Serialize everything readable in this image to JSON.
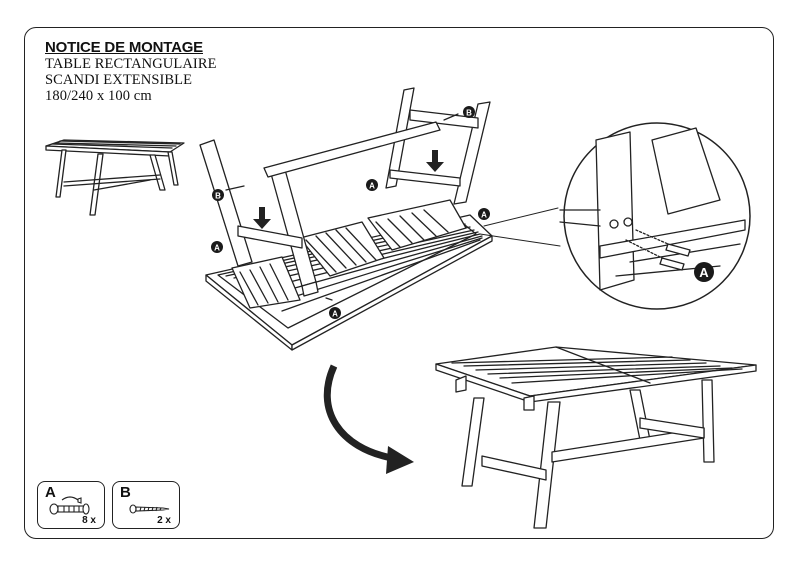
{
  "header": {
    "title": "NOTICE DE MONTAGE",
    "line1": "TABLE RECTANGULAIRE",
    "line2": "SCANDI EXTENSIBLE",
    "line3": "180/240 x 100 cm"
  },
  "callouts": {
    "a": "A",
    "b": "B"
  },
  "parts": [
    {
      "letter": "A",
      "qty": "8 x",
      "icon": "bolt-with-washer-icon"
    },
    {
      "letter": "B",
      "qty": "2 x",
      "icon": "screw-icon"
    }
  ],
  "colors": {
    "line": "#222222",
    "badge": "#1a1a1a",
    "paper": "#ffffff"
  }
}
